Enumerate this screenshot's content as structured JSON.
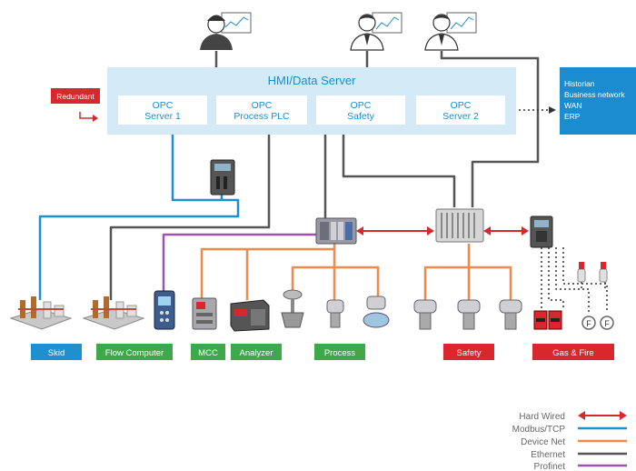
{
  "server": {
    "title": "HMI/Data Server",
    "modules": [
      {
        "line1": "OPC",
        "line2": "Server 1"
      },
      {
        "line1": "OPC",
        "line2": "Process PLC"
      },
      {
        "line1": "OPC",
        "line2": "Safety"
      },
      {
        "line1": "OPC",
        "line2": "Server 2"
      }
    ]
  },
  "redundant": {
    "label": "Redundant"
  },
  "external": {
    "lines": [
      "Historian",
      "Business network",
      "WAN",
      "ERP"
    ]
  },
  "categories": [
    {
      "label": "Skid",
      "color": "#1e90d0"
    },
    {
      "label": "Flow Computer",
      "color": "#3ea94b"
    },
    {
      "label": "MCC",
      "color": "#3ea94b"
    },
    {
      "label": "Analyzer",
      "color": "#3ea94b"
    },
    {
      "label": "Process",
      "color": "#3ea94b"
    },
    {
      "label": "Safety",
      "color": "#d9272e"
    },
    {
      "label": "Gas & Fire",
      "color": "#d9272e"
    }
  ],
  "legend": [
    {
      "label": "Hard Wired",
      "color": "#d9272e",
      "style": "arrow"
    },
    {
      "label": "Modbus/TCP",
      "color": "#1e90d0",
      "style": "solid"
    },
    {
      "label": "Device Net",
      "color": "#f08a4b",
      "style": "solid"
    },
    {
      "label": "Ethernet",
      "color": "#555555",
      "style": "solid"
    },
    {
      "label": "Profinet",
      "color": "#a050b0",
      "style": "solid"
    }
  ],
  "colors": {
    "server_bg": "#d4ebf7",
    "module_bg": "#ffffff",
    "external_bg": "#1a8ccf",
    "text_blue": "#1a8ccf",
    "modbus": "#1e90d0",
    "ethernet": "#555555",
    "devicenet": "#f08a4b",
    "profinet": "#a050b0",
    "hardwired": "#d9272e"
  },
  "icons": {
    "operators": [
      "operator-hardhat-icon",
      "operator-engineer-icon",
      "operator-manager-icon"
    ],
    "detectors": [
      "flame-detector-icon",
      "gas-detector-icon"
    ]
  }
}
